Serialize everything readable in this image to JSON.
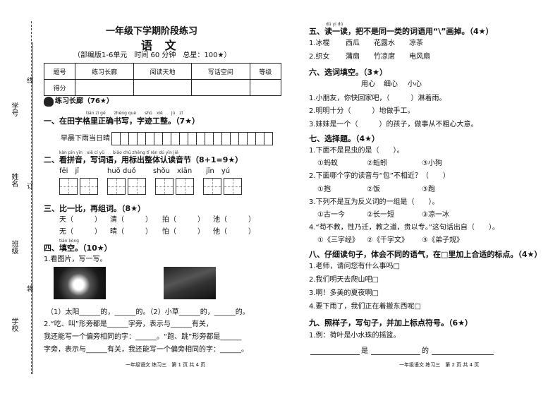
{
  "binding": {
    "labels": [
      "学号",
      "姓名",
      "班级",
      "学校"
    ],
    "cut_marks": [
      "线",
      "订",
      "装"
    ]
  },
  "header": {
    "title": "一年级下学期阶段练习",
    "subject": "语 文",
    "meta": "（部编版1-6单元　时间 60 分钟　总星：100★）"
  },
  "score_table": {
    "row1": [
      "题号",
      "练习长廊",
      "阅读天地",
      "写话空间",
      "等级"
    ],
    "row2_label": "得分"
  },
  "section_header": "练习长廊（76★）",
  "q1": {
    "pinyin": "tián zì gé　　zhèng què　　shū　xiě　　jù　zǐ",
    "title": "一、在田字格里正确书写，字迹工整。（7★）",
    "sentence": "早晨下雨当日晴"
  },
  "q2": {
    "pinyin": "kàn pīn yīn　xiě cí yǔ　　biāo chū zhěng tǐ rèn dú yīn jié",
    "title": "二、看拼音，写词语，用标出整体认读音节（8+1=9★）",
    "items": [
      "fēi　jī",
      "huǒ duǒ",
      "shǒu　xiān",
      "jīn　yú"
    ]
  },
  "q3": {
    "title": "三、比一比，再组词。（8★）",
    "row1": [
      "天（　　　）",
      "清（　　　）",
      "拍（　　　）",
      "池（　　　）"
    ],
    "row2": [
      "无（　　　）",
      "晴（　　　）",
      "怕（　　　）",
      "他（　　　）"
    ]
  },
  "q4": {
    "pinyin": "tián kòng",
    "title": "四、填空。（10★）",
    "sub1": "1.看图片，写一写。",
    "line1": "（1）太阳______的，______的。（2）小草______的，______的。",
    "line2": "2.“吃、叫”形旁都是______字旁，表示与______有关，",
    "line3": "我还能写一个偏旁相同的字：______。“跑、跳”形旁都是______",
    "line4": "字旁，表示与______有关，我还能写一个偏旁相同的字：______。"
  },
  "footer_left": "一年级语文 练习三　第 1 页 共 4 页",
  "q5": {
    "pinyin": "dú yi dú",
    "title": "五、读一读，把不是同一类的词语用“\\”画掉。（4★）",
    "row1": [
      "1.冰棍",
      "西瓜",
      "花露水",
      "凉茶"
    ],
    "row2": [
      "2.织女",
      "蒲扇",
      "竹凉席",
      "电风扇"
    ]
  },
  "q6": {
    "title": "六、选词填空。（3★）",
    "options": [
      "用心",
      "细心",
      "小心"
    ],
    "s1": "1.小朋友，你快回家吧，（　　　）淋着雨。",
    "s2": "2.明明十分（　　　）地做手工。",
    "s3": "3.妹妹是一个（　　　）的孩子，做事从不粗心大意。"
  },
  "q7": {
    "title": "七、选择题。（4★）",
    "s1": "1.下面不是昆虫的是（　　）。",
    "o1": [
      "①蚂蚁",
      "②蚯蚓",
      "③小狗"
    ],
    "s2": "2.下面哪个字的读音与“包”不相近？（　　）",
    "o2": [
      "①抱",
      "②饭",
      "③跑"
    ],
    "s3": "3.下列不是互为反义词的一组是（　　）。",
    "o3": [
      "①古一今",
      "②长一短",
      "③凉一冰"
    ],
    "s4": "4.“苟不教，性乃迁，教之道，贵以专。”这句话出自（　　）。",
    "o4": [
      "①《三字经》",
      "②《千字文》",
      "③《弟子规》"
    ]
  },
  "q8": {
    "title": "八、仔细读句子，体会不同的语气，在□里加上合适的标点。（4★）",
    "lines": [
      "1.老师，请问您有什么事吗□",
      "2.我们明天去爬山吧□",
      "3.啊！多美的夏夜啊□",
      "4.要下雨了，我们正在着搬东西呢□"
    ]
  },
  "q9": {
    "title": "九、照样子，写句子，并加上标点符号。（6★）",
    "example": "1.例：荷叶是小水珠的摇篮。",
    "blank_mid": "是",
    "blank_end": "的"
  },
  "footer_right": "一年级语文 练习三　第 2 页 共 4 页"
}
